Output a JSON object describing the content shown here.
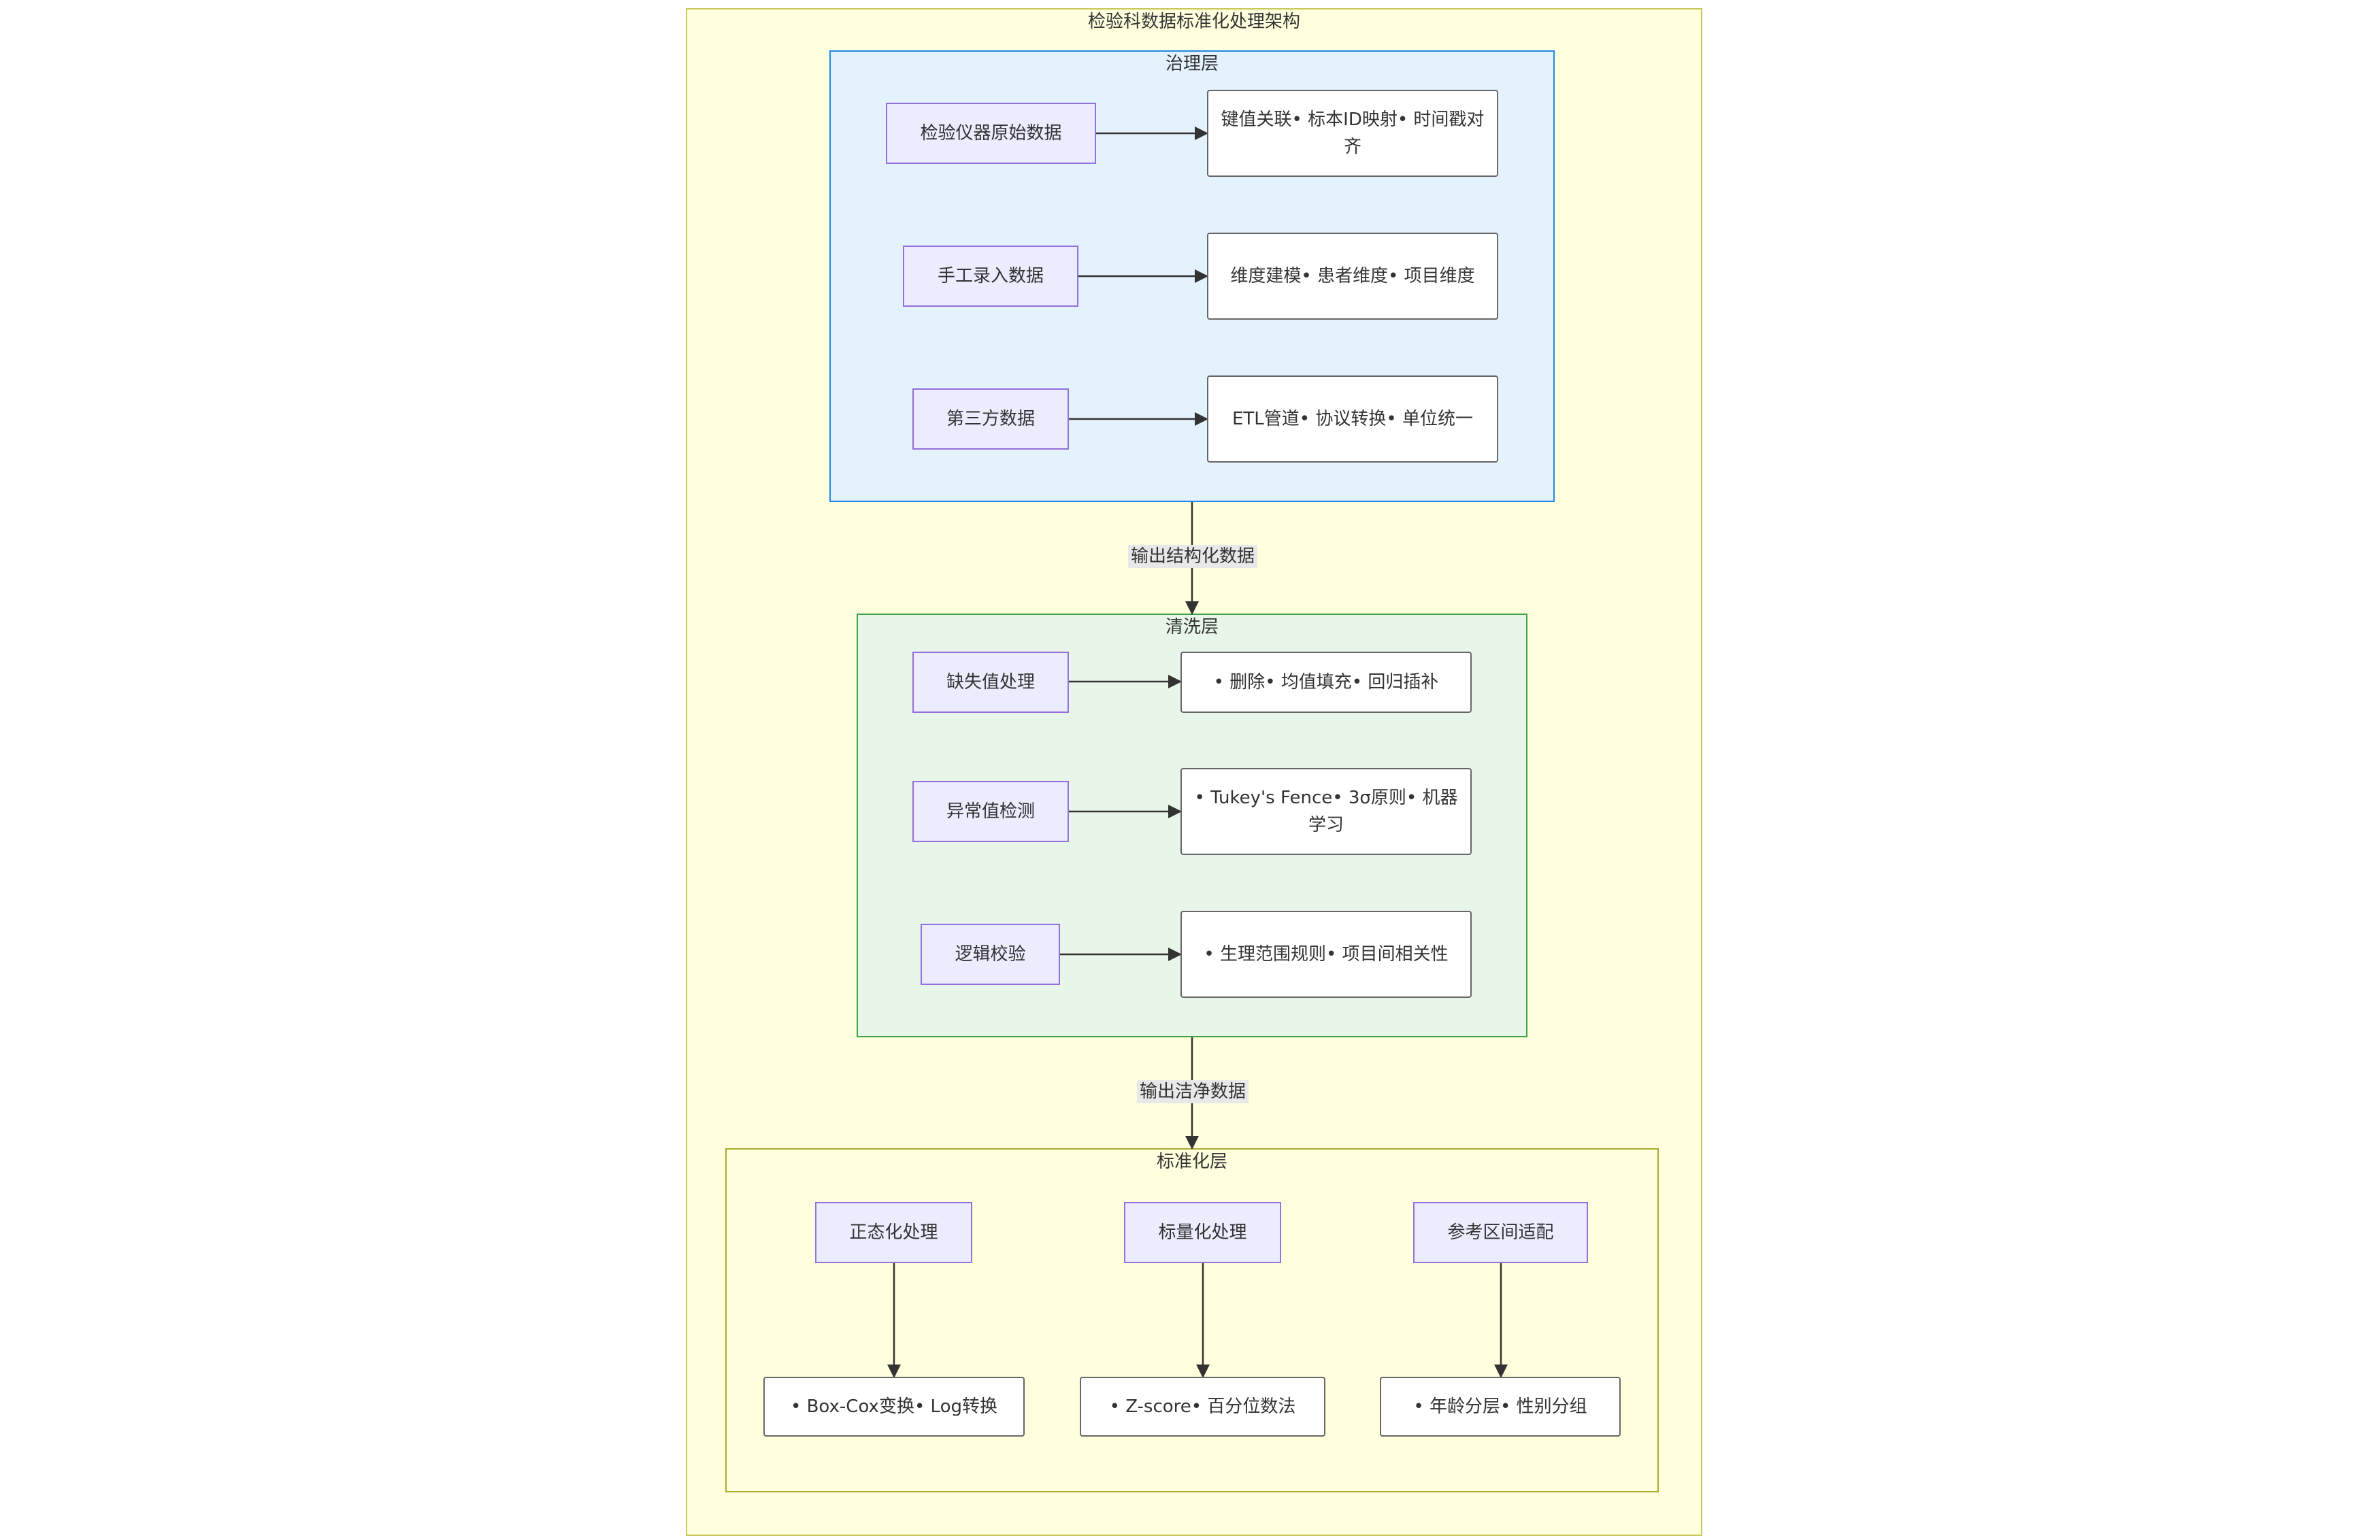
{
  "outer": {
    "title": "检验科数据标准化处理架构"
  },
  "governance": {
    "title": "治理层",
    "sources": [
      "检验仪器原始数据",
      "手工录入数据",
      "第三方数据"
    ],
    "results": [
      "键值关联• 标本ID映射• 时间戳对齐",
      "维度建模• 患者维度• 项目维度",
      "ETL管道• 协议转换• 单位统一"
    ]
  },
  "cleaning": {
    "title": "清洗层",
    "sources": [
      "缺失值处理",
      "异常值检测",
      "逻辑校验"
    ],
    "results": [
      "• 删除• 均值填充• 回归插补",
      "• Tukey's Fence• 3σ原则• 机器学习",
      "• 生理范围规则• 项目间相关性"
    ]
  },
  "standardization": {
    "title": "标准化层",
    "sources": [
      "正态化处理",
      "标量化处理",
      "参考区间适配"
    ],
    "results": [
      "• Box-Cox变换• Log转换",
      "• Z-score• 百分位数法",
      "• 年龄分层• 性别分组"
    ]
  },
  "edges": {
    "governance_to_cleaning": "输出结构化数据",
    "cleaning_to_standardization": "输出洁净数据"
  },
  "colors": {
    "outer_fill": "#FFFFDE",
    "outer_border": "#C8C85A",
    "governance_fill": "#E3F2FD",
    "governance_border": "#1E88E5",
    "cleaning_fill": "#E8F5E9",
    "cleaning_border": "#43A047",
    "standardization_fill": "#FFFFDE",
    "standardization_border": "#AAAA33",
    "node_fill": "#ECECFF",
    "node_border": "#9370DB"
  }
}
